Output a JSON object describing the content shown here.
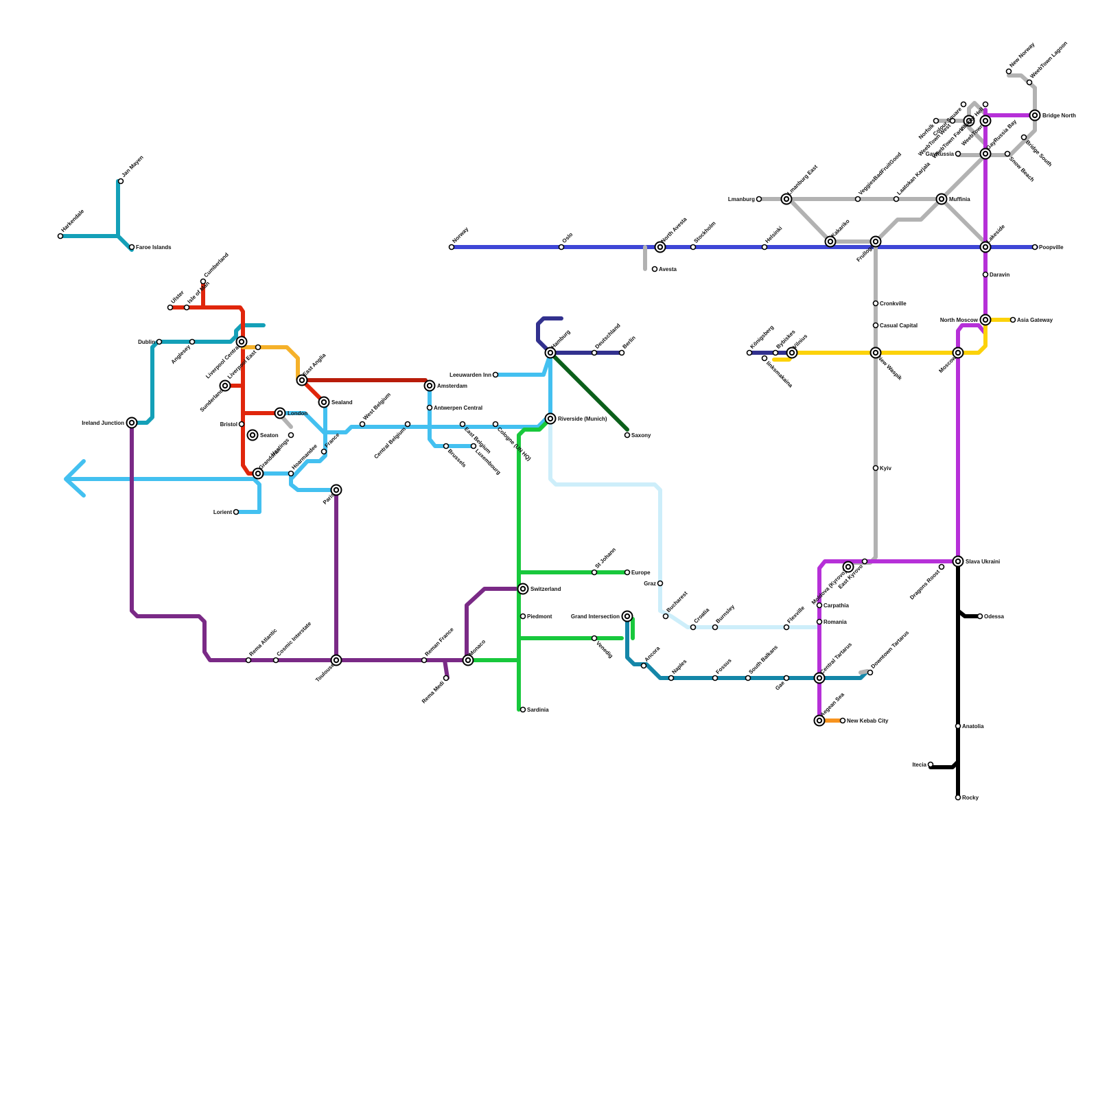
{
  "colors": {
    "teal": "#14a0b8",
    "red": "#e0260c",
    "orange": "#f5b12a",
    "darkred": "#b81c0a",
    "lightblue": "#43c0f0",
    "purple": "#7a2a86",
    "blue": "#3e46d6",
    "navy": "#32318e",
    "darkgreen": "#0b5f1a",
    "green": "#18c83c",
    "paleblue": "#cdeefa",
    "petrol": "#1486a8",
    "grey": "#b2b2b2",
    "magenta": "#b630d8",
    "yellow": "#fcd20a",
    "black": "#000000",
    "kebab": "#f7931e"
  },
  "stations": [
    {
      "name": "Harkendale"
    },
    {
      "name": "Jan Mayen"
    },
    {
      "name": "Faroe Islands"
    },
    {
      "name": "Ulster"
    },
    {
      "name": "Isle of Man"
    },
    {
      "name": "Cumberland"
    },
    {
      "name": "Dublin"
    },
    {
      "name": "Anglesey"
    },
    {
      "name": "Liverpool Central"
    },
    {
      "name": "Liverpool East"
    },
    {
      "name": "Sunderland"
    },
    {
      "name": "Ireland Junction"
    },
    {
      "name": "Bristol"
    },
    {
      "name": "London"
    },
    {
      "name": "Seaton"
    },
    {
      "name": "Hastings"
    },
    {
      "name": "Grandoran"
    },
    {
      "name": "Hoarmandee"
    },
    {
      "name": "Lorient"
    },
    {
      "name": "East Anglia"
    },
    {
      "name": "Sealand"
    },
    {
      "name": "France"
    },
    {
      "name": "Paris"
    },
    {
      "name": "West Belgium"
    },
    {
      "name": "Central Belgium"
    },
    {
      "name": "Amsterdam"
    },
    {
      "name": "Antwerpen Central"
    },
    {
      "name": "East Belgium"
    },
    {
      "name": "Brussels"
    },
    {
      "name": "Luxembourg"
    },
    {
      "name": "Cologne (UN HQ)"
    },
    {
      "name": "Leeuwarden Inn"
    },
    {
      "name": "Hamburg"
    },
    {
      "name": "Deutschland"
    },
    {
      "name": "Berlin"
    },
    {
      "name": "Riverside (Munich)"
    },
    {
      "name": "Saxony"
    },
    {
      "name": "Norway"
    },
    {
      "name": "Oslo"
    },
    {
      "name": "North Avesta"
    },
    {
      "name": "Avesta"
    },
    {
      "name": "Stockholm"
    },
    {
      "name": "Helsinki"
    },
    {
      "name": "Lmanburg"
    },
    {
      "name": "Lmanburg East"
    },
    {
      "name": "Kakariko"
    },
    {
      "name": "Frulloge"
    },
    {
      "name": "VeggiesBadFruitGood"
    },
    {
      "name": "Laatokan Karjala"
    },
    {
      "name": "Muffinia"
    },
    {
      "name": "Lakeside"
    },
    {
      "name": "Poopville"
    },
    {
      "name": "Daravin"
    },
    {
      "name": "North Moscow"
    },
    {
      "name": "Asia Gateway"
    },
    {
      "name": "Moscow"
    },
    {
      "name": "Königsberg"
    },
    {
      "name": "Bybiskes"
    },
    {
      "name": "Vilnius"
    },
    {
      "name": "Iinksmakaina"
    },
    {
      "name": "New Waspik"
    },
    {
      "name": "Cronkville"
    },
    {
      "name": "Casual Capital"
    },
    {
      "name": "Kyiv"
    },
    {
      "name": "Slava Ukraini"
    },
    {
      "name": "Dragons Roost"
    },
    {
      "name": "East Kyrovo"
    },
    {
      "name": "Moldova (Kyrovo)"
    },
    {
      "name": "Carpathia"
    },
    {
      "name": "Romania"
    },
    {
      "name": "Central Tartarus"
    },
    {
      "name": "Downtown Tartarus"
    },
    {
      "name": "Aegean Sea"
    },
    {
      "name": "New Kebab City"
    },
    {
      "name": "Odessa"
    },
    {
      "name": "Anatolia"
    },
    {
      "name": "Itecia"
    },
    {
      "name": "Rocky"
    },
    {
      "name": "Switzerland"
    },
    {
      "name": "Piedmont"
    },
    {
      "name": "Sardinia"
    },
    {
      "name": "St Johann"
    },
    {
      "name": "Europe"
    },
    {
      "name": "Venedig"
    },
    {
      "name": "Grand Intersection"
    },
    {
      "name": "Graz"
    },
    {
      "name": "Bucharest"
    },
    {
      "name": "Croatia"
    },
    {
      "name": "Burnsley"
    },
    {
      "name": "Flexville"
    },
    {
      "name": "Ancora"
    },
    {
      "name": "Naples"
    },
    {
      "name": "Fossus"
    },
    {
      "name": "South Balkans"
    },
    {
      "name": "Gae"
    },
    {
      "name": "Monaco"
    },
    {
      "name": "Reman France"
    },
    {
      "name": "Rema Medi"
    },
    {
      "name": "Toulouse"
    },
    {
      "name": "Cosmic Interstate"
    },
    {
      "name": "Rema Atlantic"
    },
    {
      "name": "Norfolk"
    },
    {
      "name": "WeebTown West"
    },
    {
      "name": "WeebTown Farms"
    },
    {
      "name": "Colour Square"
    },
    {
      "name": "WeebTown"
    },
    {
      "name": "Villager Hell"
    },
    {
      "name": "New Norway"
    },
    {
      "name": "WeebTown Lagoon"
    },
    {
      "name": "Bridge North"
    },
    {
      "name": "GayRussia"
    },
    {
      "name": "GayRussia Bay"
    },
    {
      "name": "Bridge South"
    },
    {
      "name": "Snow Beach"
    }
  ]
}
